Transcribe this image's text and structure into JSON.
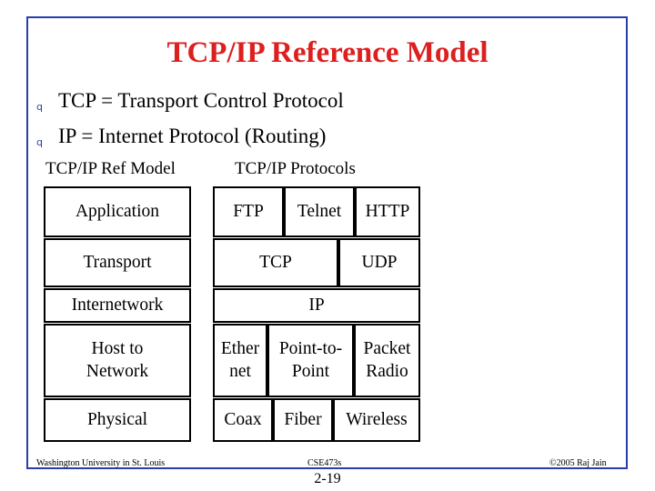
{
  "slide": {
    "title": "TCP/IP Reference Model",
    "bullets": [
      "TCP = Transport Control Protocol",
      "IP = Internet Protocol (Routing)"
    ],
    "bullet_marker": "q",
    "column_headers": {
      "ref_model": "TCP/IP Ref Model",
      "protocols": "TCP/IP Protocols"
    },
    "ref_model_layers": [
      "Application",
      "Transport",
      "Internetwork",
      "Host to\nNetwork",
      "Physical"
    ],
    "protocols": {
      "application": [
        "FTP",
        "Telnet",
        "HTTP"
      ],
      "transport": [
        "TCP",
        "UDP"
      ],
      "internetwork": [
        "IP"
      ],
      "host_to_network": [
        "Ether\nnet",
        "Point-to-\nPoint",
        "Packet\nRadio"
      ],
      "physical": [
        "Coax",
        "Fiber",
        "Wireless"
      ]
    },
    "footer": {
      "left": "Washington University in St. Louis",
      "center": "CSE473s",
      "right": "©2005 Raj Jain"
    },
    "slide_number": "2-19",
    "colors": {
      "title": "#dd1f1f",
      "frame": "#2a3fa6"
    }
  }
}
